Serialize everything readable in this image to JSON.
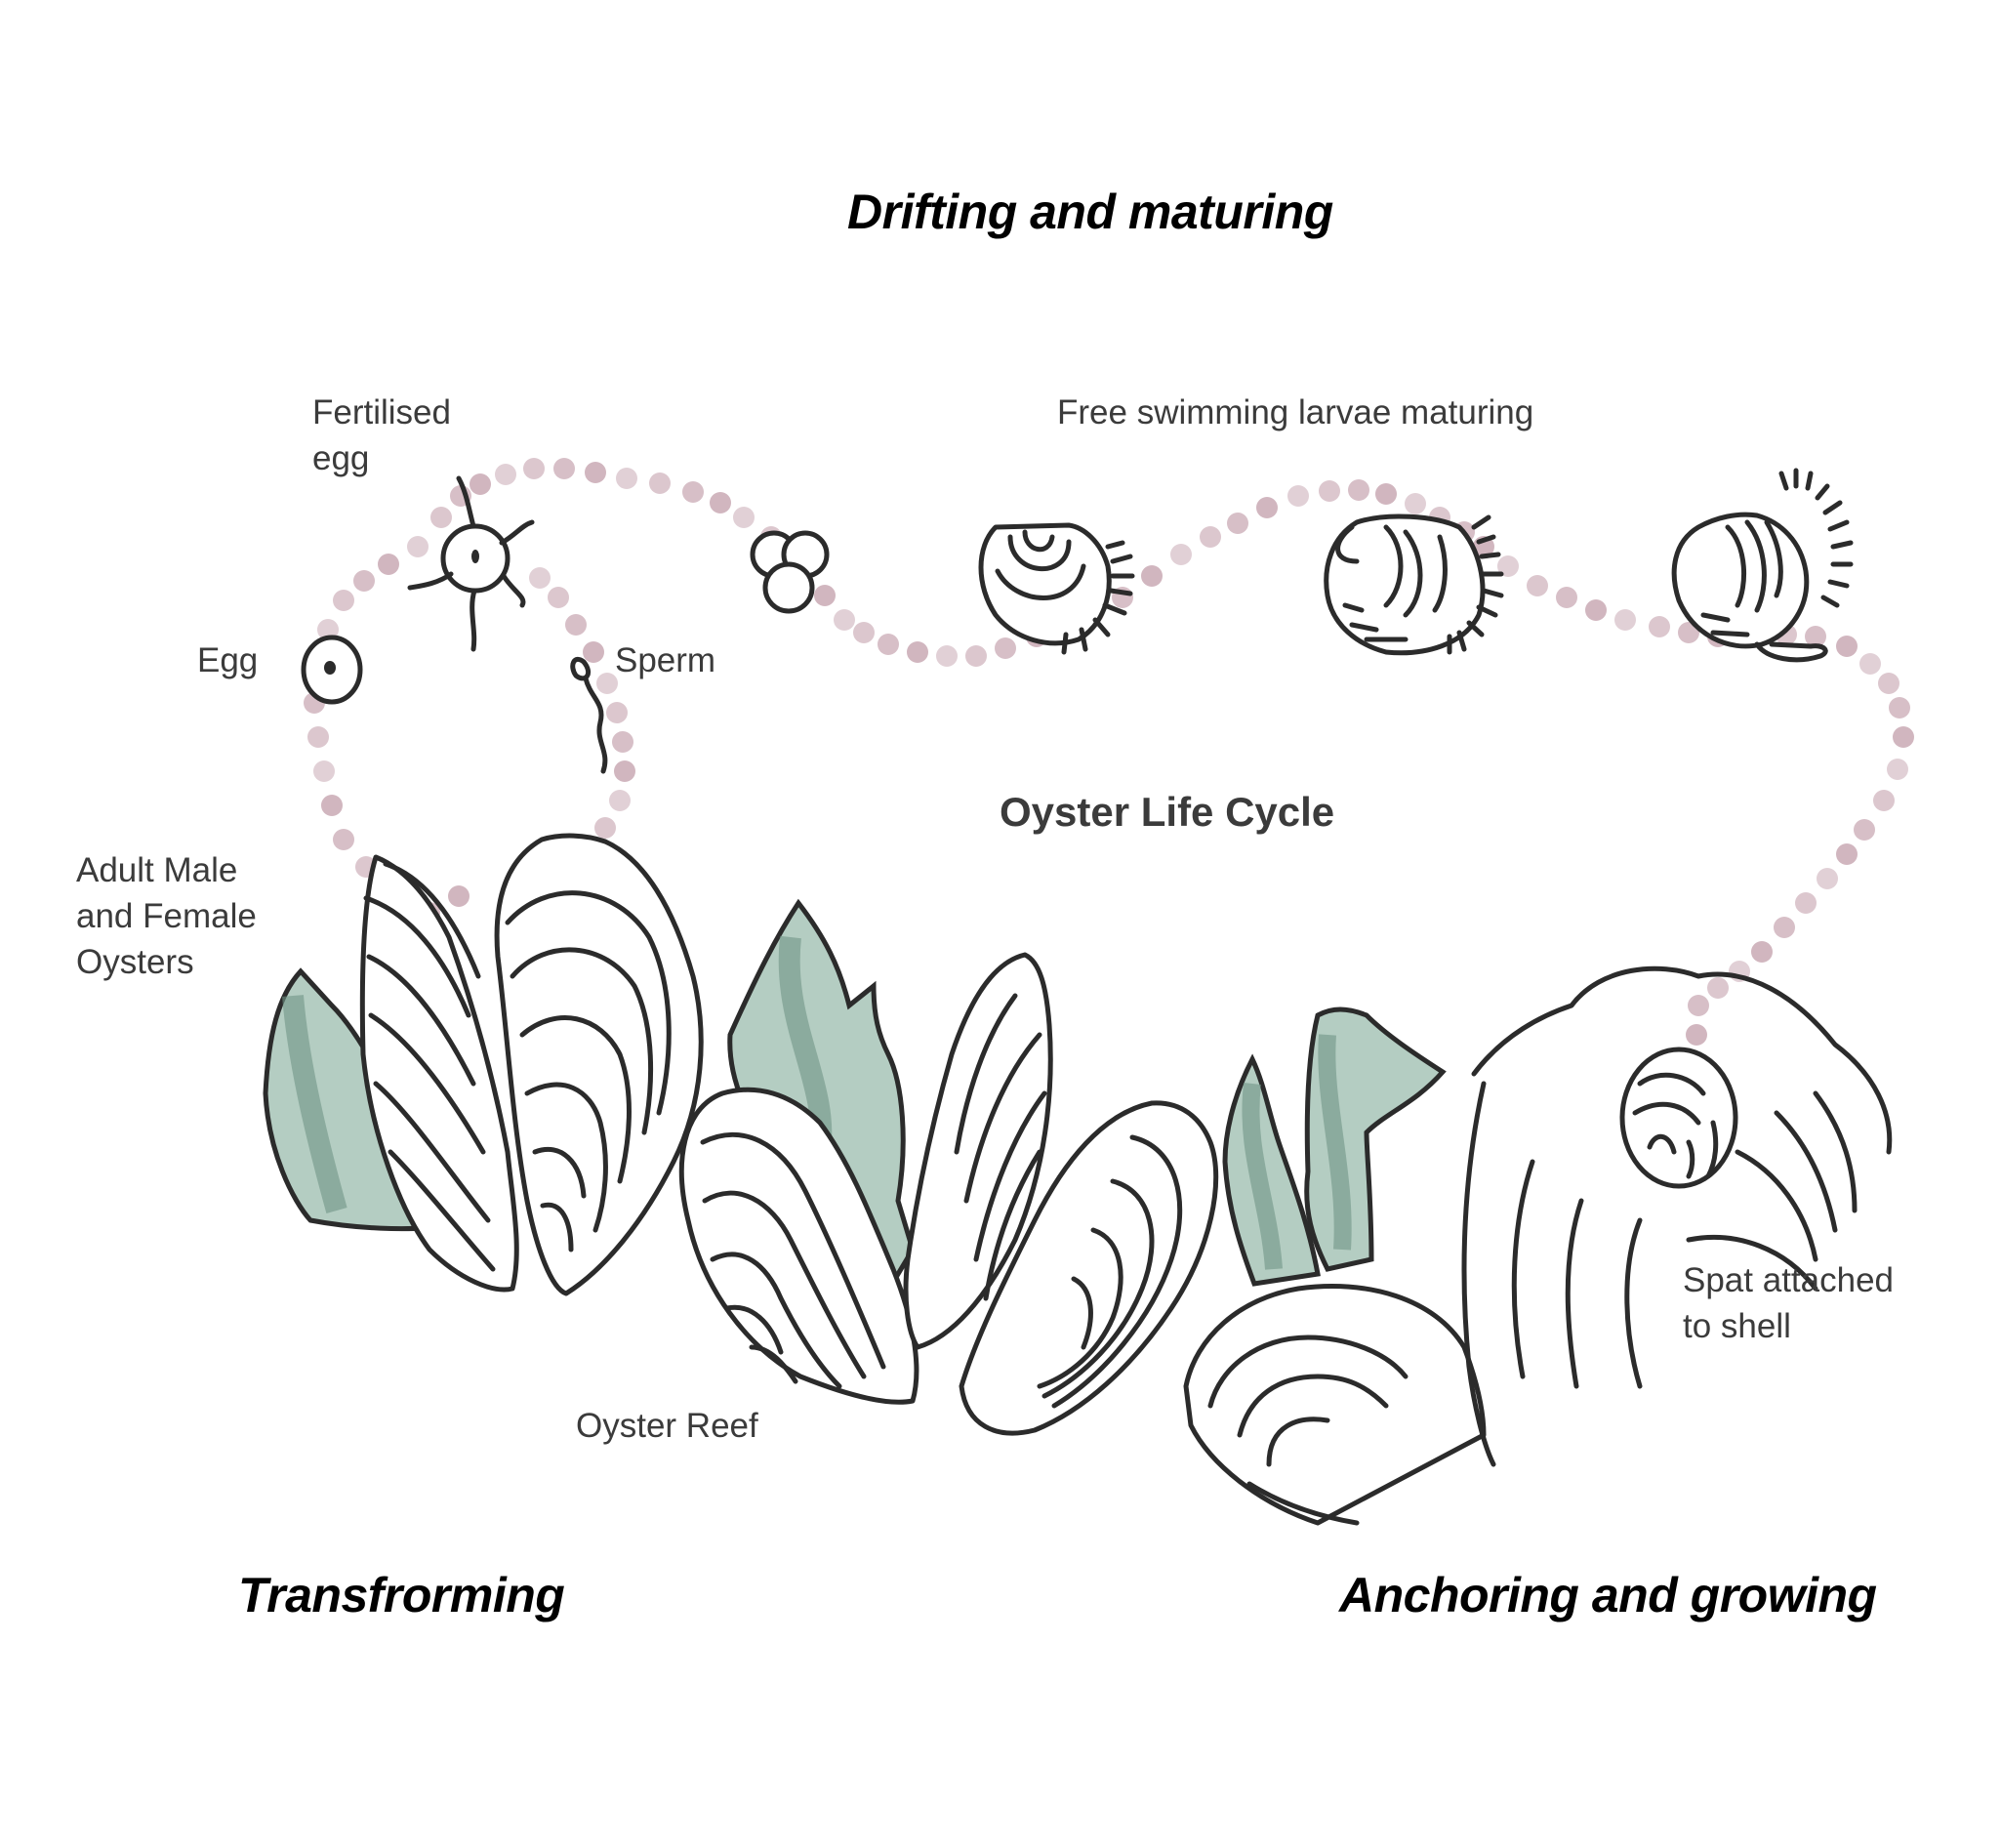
{
  "diagram": {
    "title": "Oyster Life Cycle",
    "stages": {
      "top": "Drifting and maturing",
      "bottom_left": "Transfrorming",
      "bottom_right": "Anchoring and growing"
    },
    "labels": {
      "fertilised_egg": "Fertilised\negg",
      "egg": "Egg",
      "sperm": "Sperm",
      "larvae": "Free swimming larvae maturing",
      "adults": "Adult Male\nand Female\nOysters",
      "reef": "Oyster Reef",
      "spat": "Spat attached\nto shell"
    },
    "colors": {
      "ink": "#2b2b2b",
      "text": "#3b3b3b",
      "dots": "#c9a9b4",
      "seaweed_light": "#b4cdc2",
      "seaweed_dark": "#6f9585"
    }
  }
}
